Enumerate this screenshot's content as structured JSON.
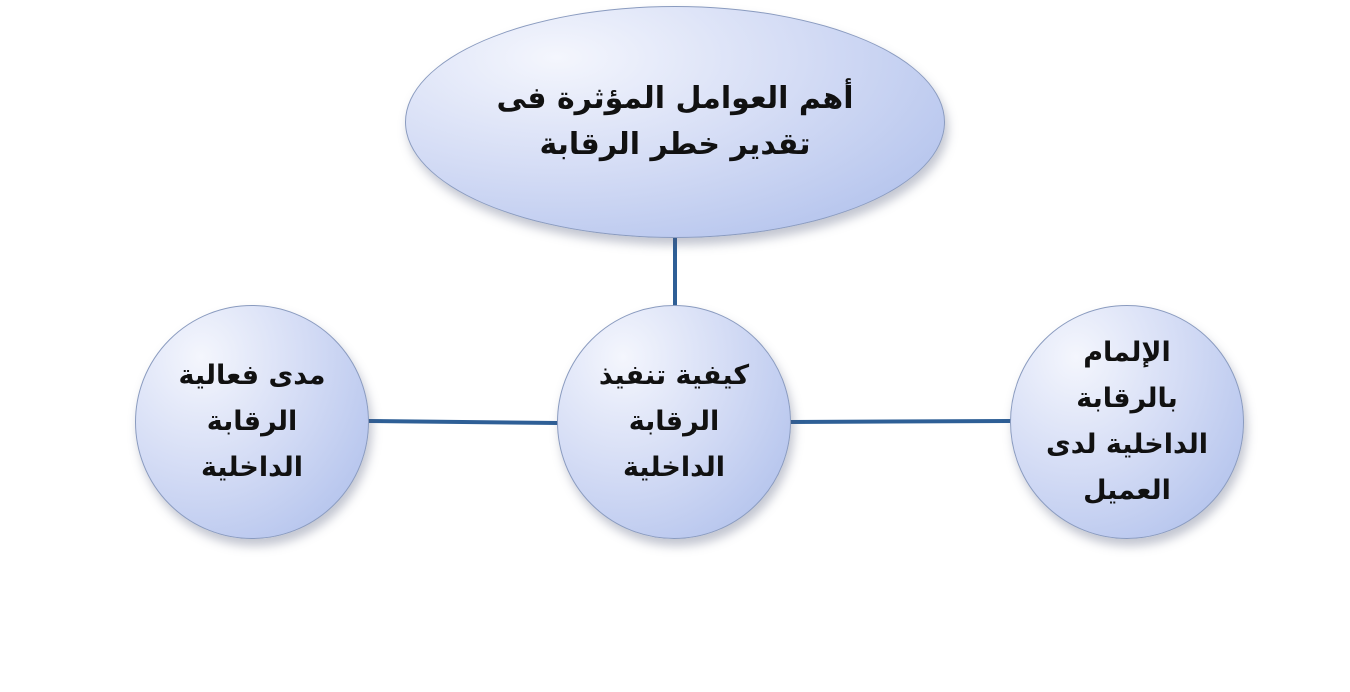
{
  "diagram": {
    "root": {
      "label": "أهم العوامل المؤثرة فى تقدير خطر الرقابة"
    },
    "children": [
      {
        "label": "الإلمام بالرقابة الداخلية لدى العميل"
      },
      {
        "label": "كيفية تنفيذ الرقابة الداخلية"
      },
      {
        "label": "مدى فعالية الرقابة الداخلية"
      }
    ],
    "colors": {
      "connector": "#2e5f96",
      "node_fill": "#c9d3f2",
      "node_border": "#8a9bbf"
    }
  }
}
